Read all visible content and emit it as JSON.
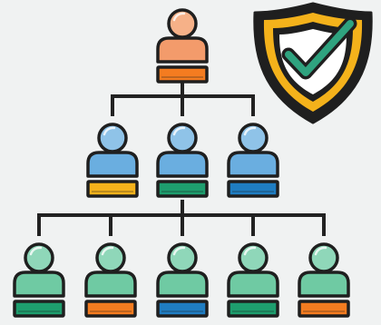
{
  "illustration": {
    "subject": "org-hierarchy-with-security-shield",
    "background": "#f0f2f2",
    "outline": "#1f1f1f",
    "connector": "#222222"
  },
  "shield": {
    "icon": "shield-check-icon",
    "outer": "#f4b21b",
    "outer_dark": "#1f1f1f",
    "inner": "#ffffff",
    "check": "#2fa37f"
  },
  "levels": [
    {
      "name": "top",
      "people": [
        {
          "head": "#f6b188",
          "body": "#f39b6b",
          "badge": "#f47c20"
        }
      ]
    },
    {
      "name": "middle",
      "people": [
        {
          "head": "#8fc3e8",
          "body": "#6aaee0",
          "badge": "#f4b21b"
        },
        {
          "head": "#8fc3e8",
          "body": "#6aaee0",
          "badge": "#1e9e6e"
        },
        {
          "head": "#8fc3e8",
          "body": "#6aaee0",
          "badge": "#1f7dc2"
        }
      ]
    },
    {
      "name": "bottom",
      "people": [
        {
          "head": "#8fd7b9",
          "body": "#6fcaa3",
          "badge": "#1e9e6e"
        },
        {
          "head": "#8fd7b9",
          "body": "#6fcaa3",
          "badge": "#f47c20"
        },
        {
          "head": "#8fd7b9",
          "body": "#6fcaa3",
          "badge": "#1f7dc2"
        },
        {
          "head": "#8fd7b9",
          "body": "#6fcaa3",
          "badge": "#1e9e6e"
        },
        {
          "head": "#8fd7b9",
          "body": "#6fcaa3",
          "badge": "#f47c20"
        }
      ]
    }
  ]
}
